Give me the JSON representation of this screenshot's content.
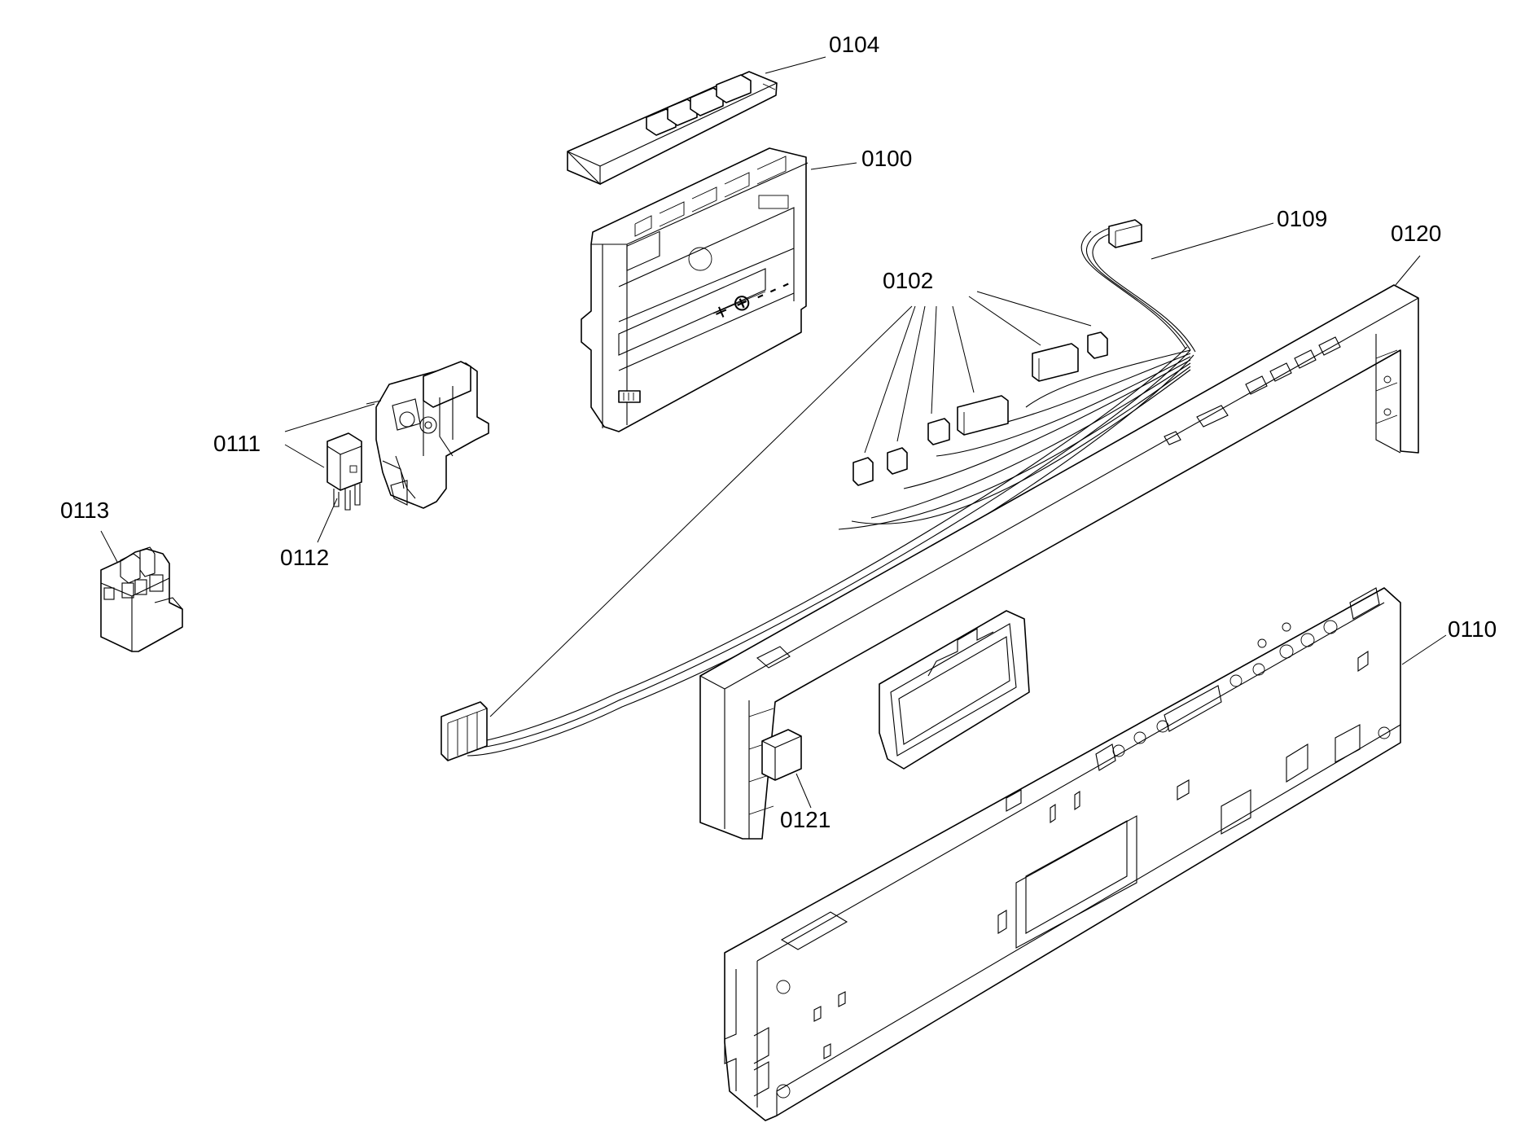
{
  "callouts": {
    "c0104": "0104",
    "c0100": "0100",
    "c0109": "0109",
    "c0120": "0120",
    "c0102": "0102",
    "c0111": "0111",
    "c0113": "0113",
    "c0112": "0112",
    "c0110": "0110",
    "c0121": "0121"
  }
}
